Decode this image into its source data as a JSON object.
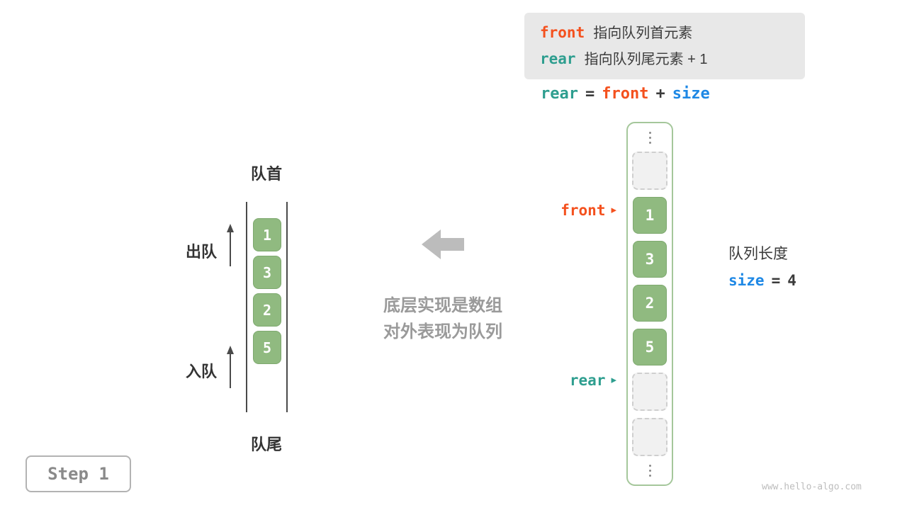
{
  "colors": {
    "front": "#F4511E",
    "rear": "#2E9E8F",
    "size": "#1E88E5",
    "cell_fill": "#90BA80",
    "cell_border": "#7EA96F",
    "empty_cell_fill": "#F1F1F1",
    "legend_bg": "#E8E8E8",
    "dark_text": "#3B3B3B",
    "gray_note": "#9A9A9A"
  },
  "legend": {
    "line1": {
      "keyword": "front",
      "text": "指向队列首元素"
    },
    "line2": {
      "keyword": "rear",
      "text": "指向队列尾元素 + 1"
    }
  },
  "equation": {
    "lhs": "rear",
    "eq": "=",
    "rhs1": "front",
    "plus": "+",
    "rhs2": "size"
  },
  "pointers": {
    "front_label": "front",
    "rear_label": "rear",
    "arrow_glyph": "▸"
  },
  "array": {
    "cells": [
      {
        "type": "empty",
        "value": ""
      },
      {
        "type": "filled",
        "value": "1"
      },
      {
        "type": "filled",
        "value": "3"
      },
      {
        "type": "filled",
        "value": "2"
      },
      {
        "type": "filled",
        "value": "5"
      },
      {
        "type": "empty",
        "value": ""
      },
      {
        "type": "empty",
        "value": ""
      }
    ]
  },
  "size_info": {
    "label": "队列长度",
    "keyword": "size",
    "eq": "=",
    "value": "4"
  },
  "queue": {
    "head_label": "队首",
    "tail_label": "队尾",
    "dequeue_label": "出队",
    "enqueue_label": "入队",
    "values": [
      "1",
      "3",
      "2",
      "5"
    ]
  },
  "center_note": {
    "line1": "底层实现是数组",
    "line2": "对外表现为队列"
  },
  "step_box": {
    "label": "Step 1"
  },
  "watermark": "www.hello-algo.com"
}
